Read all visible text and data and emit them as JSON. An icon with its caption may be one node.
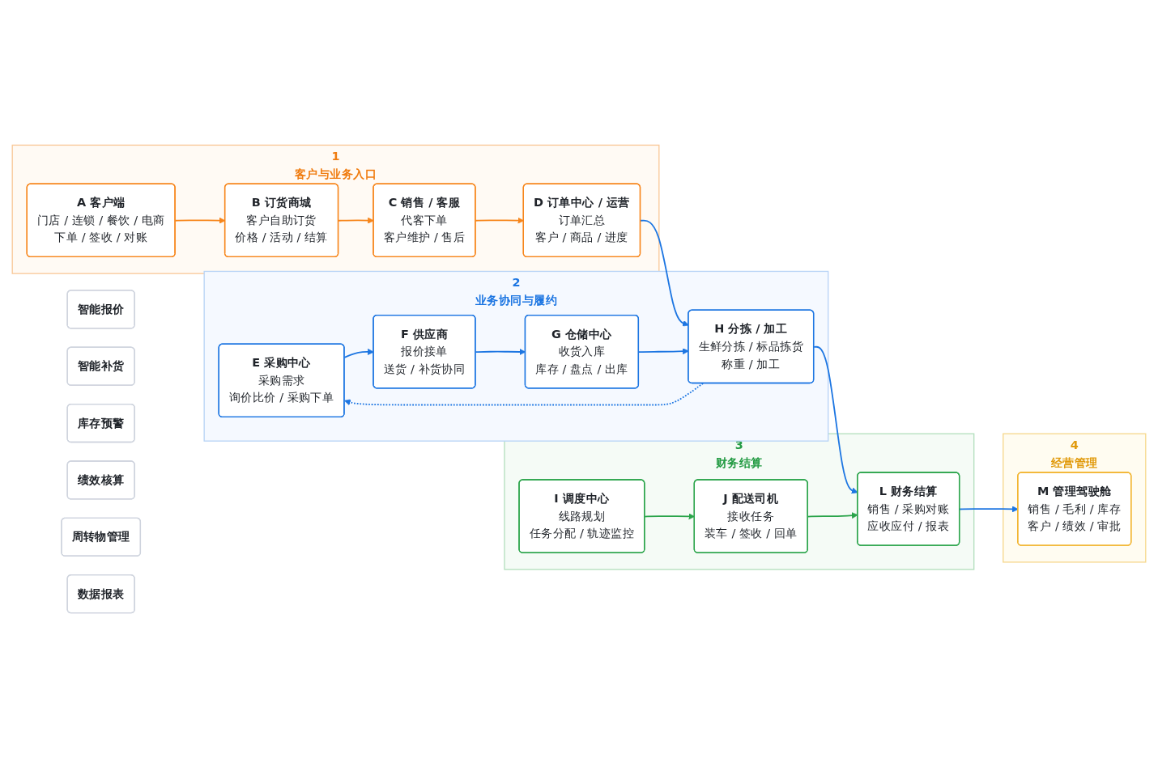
{
  "diagram": {
    "nodes": [
      {
        "text": [
          "1",
          "客户与业务入口"
        ]
      },
      {
        "text": [
          "A 客户端",
          "门店 / 连锁 / 餐饮 / 电商",
          "下单 / 签收 / 对账"
        ],
        "in": 0
      },
      {
        "text": [
          "B 订货商城",
          "客户自助订货",
          "价格 / 活动 / 结算"
        ],
        "in": 0
      },
      {
        "text": [
          "C 销售 / 客服",
          "代客下单",
          "客户维护 / 售后"
        ],
        "in": 0
      },
      {
        "text": [
          "D 订单中心 / 运营",
          "订单汇总",
          "客户 / 商品 / 进度"
        ],
        "in": 0
      },
      {
        "text": [
          "2",
          "业务协同与履约"
        ]
      },
      {
        "text": [
          "E 采购中心",
          "采购需求",
          "询价比价 / 采购下单"
        ],
        "in": 5
      },
      {
        "text": [
          "F 供应商",
          "报价接单",
          "送货 / 补货协同"
        ],
        "in": 5
      },
      {
        "text": [
          "G 仓储中心",
          "收货入库",
          "库存 / 盘点 / 出库"
        ],
        "in": 5
      },
      {
        "text": [
          "H 分拣 / 加工",
          "生鲜分拣 / 标品拣货",
          "称重 / 加工"
        ],
        "in": 5
      },
      {
        "text": [
          "3",
          "财务结算"
        ]
      },
      {
        "text": [
          "I 调度中心",
          "线路规划",
          "任务分配 / 轨迹监控"
        ],
        "in": 10
      },
      {
        "text": [
          "J 配送司机",
          "接收任务",
          "装车 / 签收 / 回单"
        ],
        "in": 10
      },
      {
        "text": [
          "L 财务结算",
          "销售 / 采购对账",
          "应收应付 / 报表"
        ],
        "in": 10
      },
      {
        "text": [
          "4",
          "经营管理"
        ]
      },
      {
        "text": [
          "M 管理驾驶舱",
          "销售 / 毛利 / 库存",
          "客户 / 绩效 / 审批"
        ],
        "in": 14
      },
      {
        "text": [
          "智能报价"
        ]
      },
      {
        "text": [
          "智能补货"
        ]
      },
      {
        "text": [
          "库存预警"
        ]
      },
      {
        "text": [
          "绩效核算"
        ]
      },
      {
        "text": [
          "周转物管理"
        ]
      },
      {
        "text": [
          "数据报表"
        ]
      }
    ],
    "edges": [
      {
        "from": 1,
        "to": 2,
        "arrow": "to",
        "color": "#f7861c"
      },
      {
        "from": 2,
        "to": 3,
        "arrow": "to",
        "color": "#f7861c"
      },
      {
        "from": 3,
        "to": 4,
        "arrow": "to",
        "color": "#f7861c"
      },
      {
        "from": 4,
        "to": 9,
        "arrow": "to"
      },
      {
        "from": 6,
        "to": 7,
        "arrow": "to"
      },
      {
        "from": 7,
        "to": 8,
        "arrow": "to"
      },
      {
        "from": 8,
        "to": 9,
        "arrow": "to"
      },
      {
        "from": 9,
        "to": 13,
        "arrow": "to"
      },
      {
        "from": 9,
        "to": 6,
        "arrow": "to",
        "style": "dashed"
      },
      {
        "from": 11,
        "to": 12,
        "arrow": "to",
        "color": "#2aa44a"
      },
      {
        "from": 12,
        "to": 13,
        "arrow": "to",
        "color": "#2aa44a"
      },
      {
        "from": 13,
        "to": 15,
        "arrow": "to"
      }
    ]
  }
}
